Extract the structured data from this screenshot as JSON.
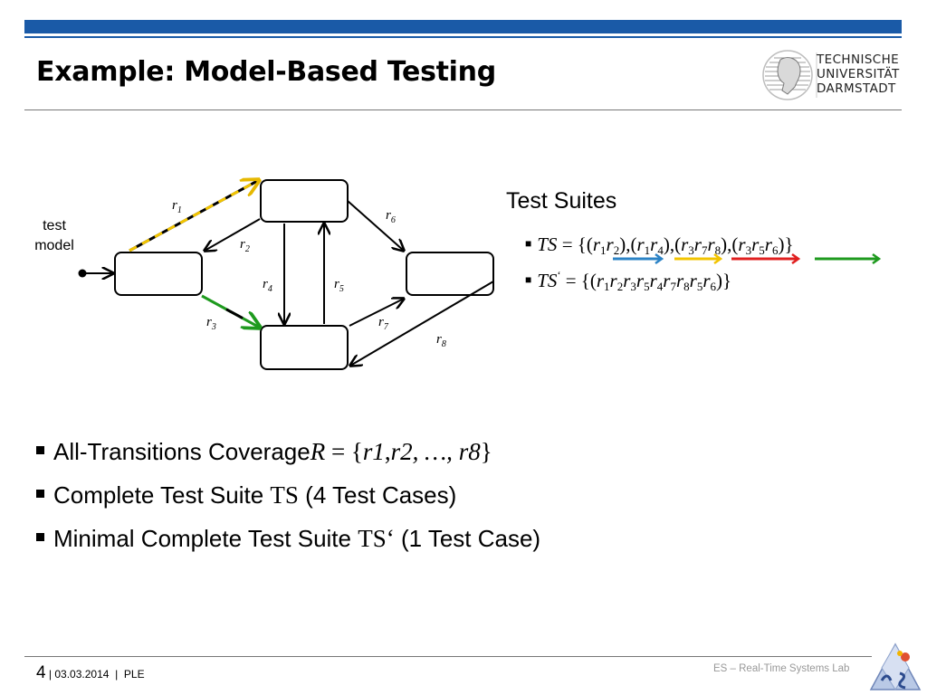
{
  "header": {
    "title": "Example: Model-Based Testing",
    "logo_lines": "TECHNISCHE\nUNIVERSITÄT\nDARMSTADT"
  },
  "diagram": {
    "test_model_label_1": "test",
    "test_model_label_2": "model",
    "transitions": {
      "r1": {
        "base": "r",
        "sub": "1"
      },
      "r2": {
        "base": "r",
        "sub": "2"
      },
      "r3": {
        "base": "r",
        "sub": "3"
      },
      "r4": {
        "base": "r",
        "sub": "4"
      },
      "r5": {
        "base": "r",
        "sub": "5"
      },
      "r6": {
        "base": "r",
        "sub": "6"
      },
      "r7": {
        "base": "r",
        "sub": "7"
      },
      "r8": {
        "base": "r",
        "sub": "8"
      }
    }
  },
  "test_suites": {
    "heading": "Test Suites",
    "ts_name": "TS",
    "ts_eq": " = {(",
    "ts_close": ")}",
    "ts2_name": "TS",
    "ts2_prime": "‘",
    "colors": {
      "blue": "#2b83c6",
      "yellow": "#f2c400",
      "red": "#e02020",
      "green": "#1e9a1e"
    }
  },
  "bullets": {
    "b1_text": "All-Transitions Coverage ",
    "b1_R": "R",
    "b1_eq": " = {",
    "b1_r1": "r",
    "b1_s1": "1",
    "b1_comma1": ",",
    "b1_r2": "r",
    "b1_s2": "2",
    "b1_dots": ", …, ",
    "b1_r8": "r",
    "b1_s8": "8",
    "b1_close": "}",
    "b2_text": "Complete Test Suite ",
    "b2_ts": "TS",
    "b2_tail": " (4 Test Cases)",
    "b3_text": "Minimal Complete Test Suite ",
    "b3_ts": "TS",
    "b3_prime": "‘",
    "b3_tail": " (1 Test Case)"
  },
  "footer": {
    "page": "4",
    "sep1": " | ",
    "date": "03.03.2014",
    "sep2": "  |  ",
    "author": "PLE",
    "lab": "ES – Real-Time Systems Lab"
  }
}
